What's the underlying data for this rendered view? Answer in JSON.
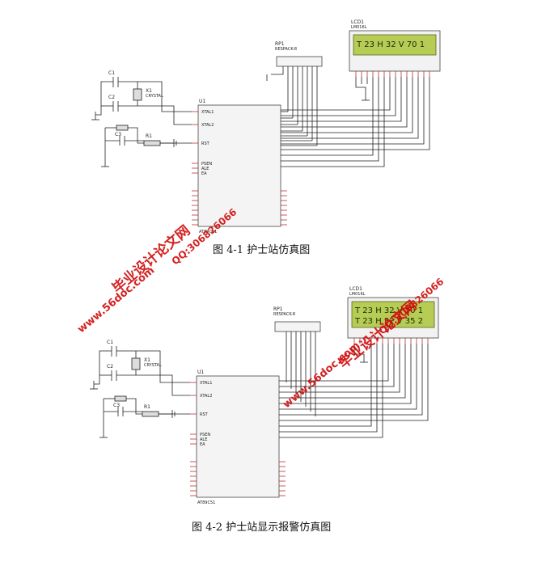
{
  "figures": [
    {
      "caption": "图 4-1  护士站仿真图",
      "lcd_line1": "T 23 H 32 V 70 1",
      "lcd_line2": ""
    },
    {
      "caption": "图 4-2  护士站显示报警仿真图",
      "lcd_line1": "T 23 H 32 V 70 1",
      "lcd_line2": "T 23 H 32 V 35 2"
    }
  ],
  "labels": {
    "lcd_ref": "LCD1",
    "lcd_type": "LM016L",
    "rp_ref": "RP1",
    "rp_type": "RESPACK-8",
    "mcu_ref": "U1",
    "mcu_type": "AT89C51",
    "c1": "C1",
    "c2": "C2",
    "c3": "C3",
    "x1": "X1",
    "x1_type": "CRYSTAL",
    "r1": "R1",
    "xtal1": "XTAL1",
    "xtal2": "XTAL2",
    "rst": "RST",
    "psen": "PSEN",
    "ale": "ALE",
    "ea": "EA"
  },
  "watermarks": {
    "site_cn": "毕业设计论文网",
    "site_url": "www.56doc.com",
    "qq": "QQ:306826066"
  },
  "colors": {
    "watermark": "#d01010",
    "lcd_bg": "#b7cc55",
    "lcd_text": "#1a2a08",
    "wire": "#202020",
    "pin": "#c03030"
  }
}
